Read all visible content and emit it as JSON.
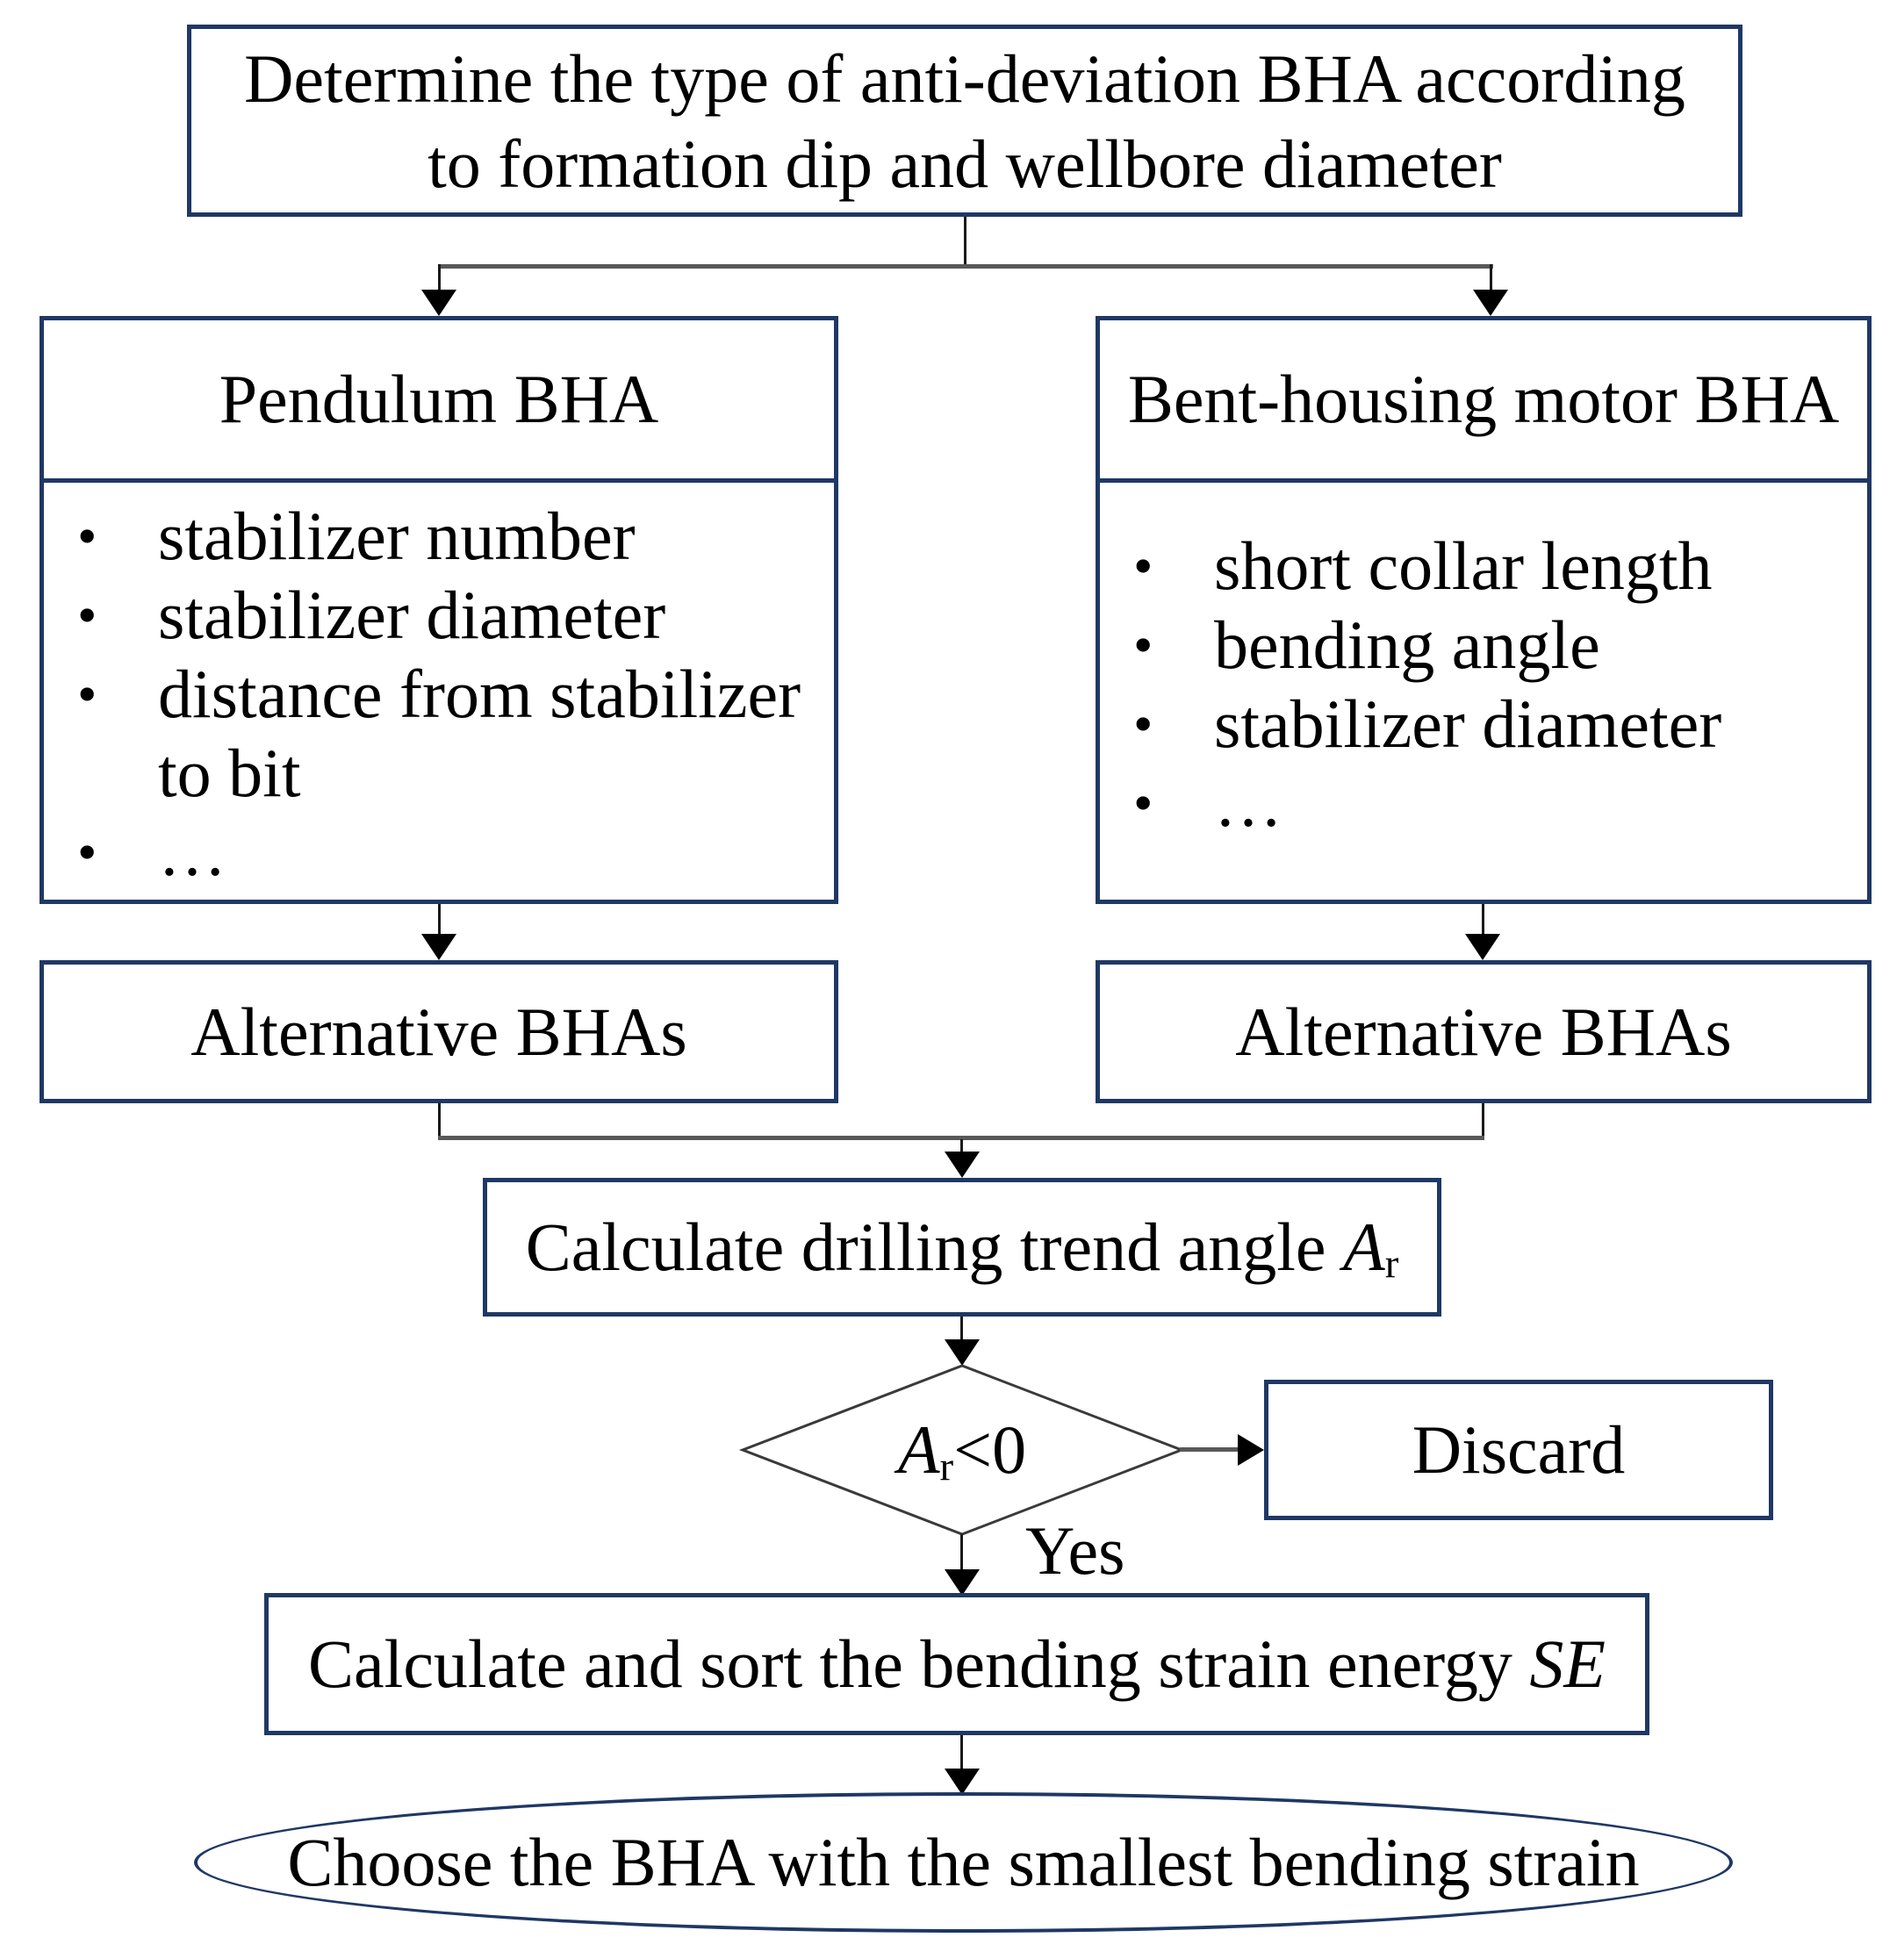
{
  "colors": {
    "background": "#ffffff",
    "text": "#000000",
    "box_border": "#1f3864",
    "connector": "#595959",
    "stem": "#1a1a1a",
    "arrowhead": "#000000",
    "diamond_outline": "#3a3a3a"
  },
  "flowchart": {
    "top_box": {
      "line1": "Determine the type of anti-deviation BHA according",
      "line2": "to formation dip and wellbore diameter"
    },
    "pendulum_box": {
      "title": "Pendulum BHA",
      "bullet_glyph": "•",
      "bullets": [
        "stabilizer number",
        "stabilizer diameter",
        "distance from stabilizer to bit",
        "…"
      ]
    },
    "motor_box": {
      "title": "Bent-housing motor BHA",
      "bullet_glyph": "•",
      "bullets": [
        "short collar length",
        "bending angle",
        "stabilizer diameter",
        "…"
      ]
    },
    "alt_left_box": {
      "label": "Alternative BHAs"
    },
    "alt_right_box": {
      "label": "Alternative BHAs"
    },
    "calc_angle_box": {
      "prefix": "Calculate drilling trend angle ",
      "symbol": "A",
      "subscript": "r"
    },
    "decision_diamond": {
      "symbol": "A",
      "subscript": "r",
      "comparison": "<0"
    },
    "yes_label": "Yes",
    "discard_box": {
      "label": "Discard"
    },
    "calc_energy_box": {
      "prefix": "Calculate and sort the bending strain energy ",
      "symbol": "SE"
    },
    "end_terminator": {
      "label": "Choose the BHA with the smallest bending strain"
    }
  }
}
